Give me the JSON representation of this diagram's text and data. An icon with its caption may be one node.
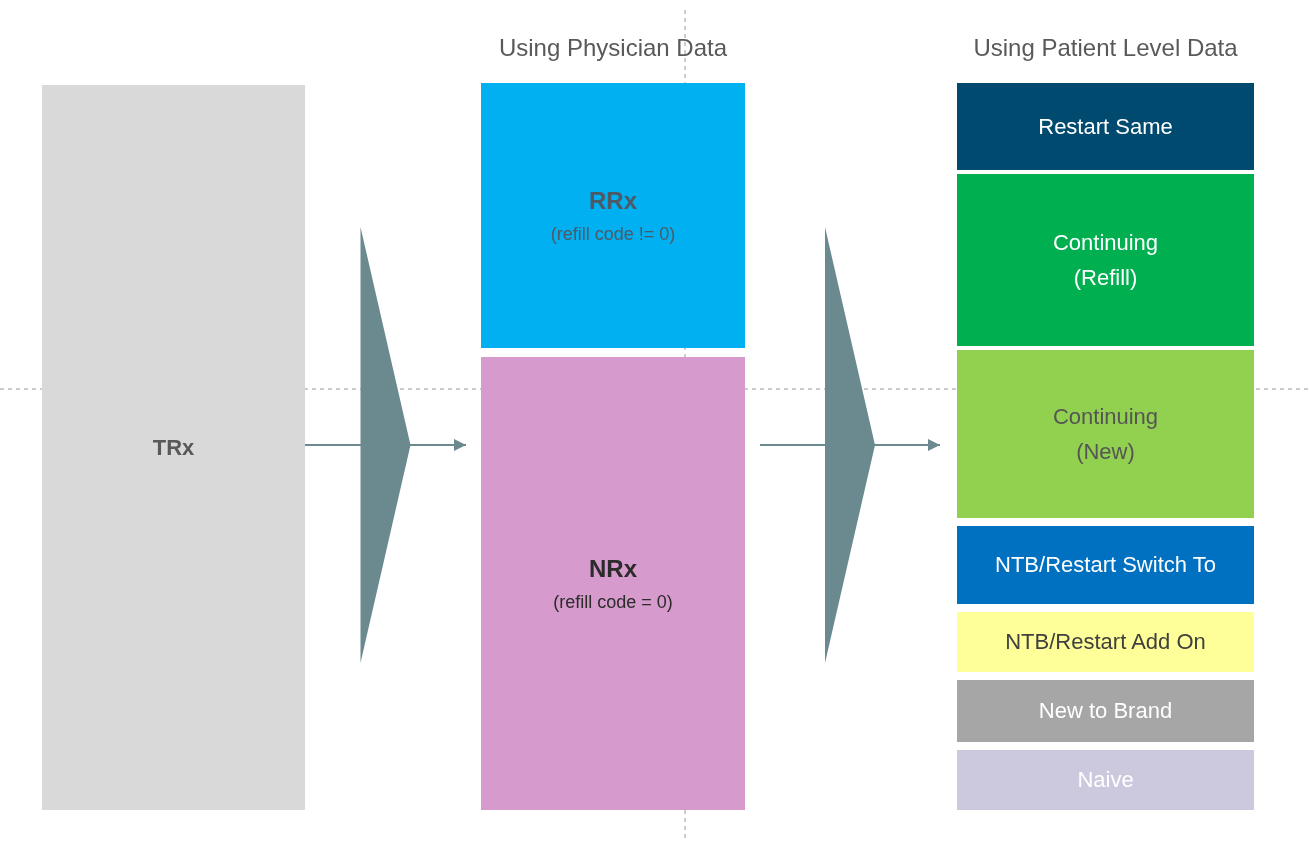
{
  "diagram": {
    "nodes": [
      {
        "text": [
          "TRx"
        ]
      },
      {
        "text": [
          "Using Physician Data"
        ]
      },
      {
        "text": [
          "RRx",
          "(refill code != 0)"
        ],
        "in": 1
      },
      {
        "text": [
          "NRx",
          "(refill code = 0)"
        ],
        "in": 1
      },
      {
        "text": [
          "Using Patient Level Data"
        ]
      },
      {
        "text": [
          "Restart Same"
        ],
        "in": 4
      },
      {
        "text": [
          "Continuing (Refill)"
        ],
        "in": 4
      },
      {
        "text": [
          "Continuing (New)"
        ],
        "in": 4
      },
      {
        "text": [
          "NTB/Restart Switch To"
        ],
        "in": 4
      },
      {
        "text": [
          "NTB/Restart Add On"
        ],
        "in": 4
      },
      {
        "text": [
          "New to Brand"
        ],
        "in": 4
      },
      {
        "text": [
          "Naive"
        ],
        "in": 4
      }
    ],
    "edges": [
      {
        "from": 0,
        "to": 1,
        "arrow": "to"
      },
      {
        "from": 1,
        "to": 4,
        "arrow": "to"
      }
    ]
  }
}
